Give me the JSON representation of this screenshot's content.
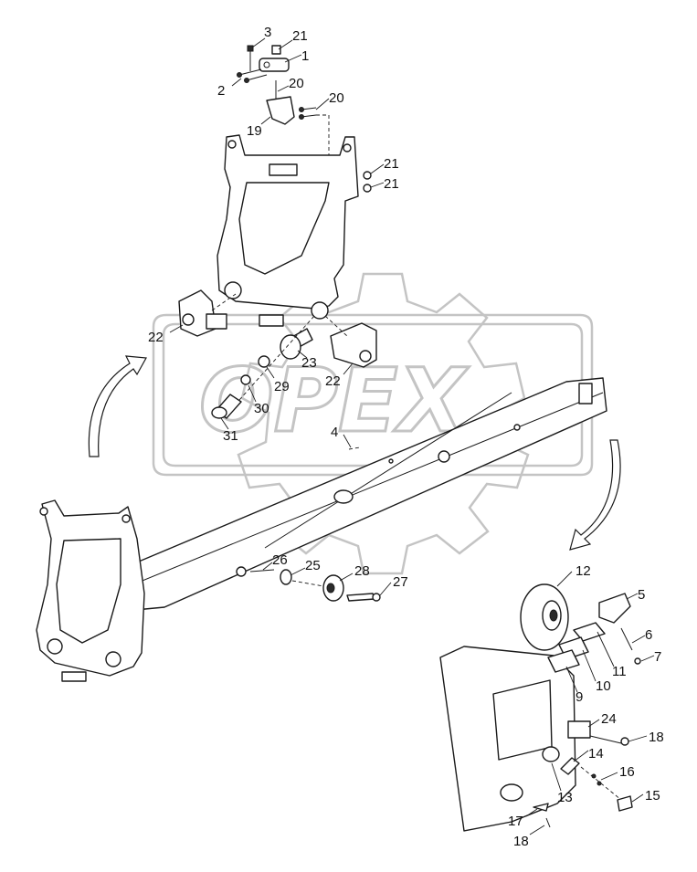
{
  "watermark": {
    "text": "OPEX"
  },
  "callouts": [
    {
      "id": "c3",
      "text": "3"
    },
    {
      "id": "c21a",
      "text": "21"
    },
    {
      "id": "c1",
      "text": "1"
    },
    {
      "id": "c2",
      "text": "2"
    },
    {
      "id": "c20a",
      "text": "20"
    },
    {
      "id": "c20b",
      "text": "20"
    },
    {
      "id": "c19",
      "text": "19"
    },
    {
      "id": "c21b",
      "text": "21"
    },
    {
      "id": "c21c",
      "text": "21"
    },
    {
      "id": "c22a",
      "text": "22"
    },
    {
      "id": "c23",
      "text": "23"
    },
    {
      "id": "c22b",
      "text": "22"
    },
    {
      "id": "c29",
      "text": "29"
    },
    {
      "id": "c30",
      "text": "30"
    },
    {
      "id": "c31",
      "text": "31"
    },
    {
      "id": "c4",
      "text": "4"
    },
    {
      "id": "c26",
      "text": "26"
    },
    {
      "id": "c25",
      "text": "25"
    },
    {
      "id": "c28",
      "text": "28"
    },
    {
      "id": "c27",
      "text": "27"
    },
    {
      "id": "c12",
      "text": "12"
    },
    {
      "id": "c5",
      "text": "5"
    },
    {
      "id": "c6",
      "text": "6"
    },
    {
      "id": "c7",
      "text": "7"
    },
    {
      "id": "c11",
      "text": "11"
    },
    {
      "id": "c10",
      "text": "10"
    },
    {
      "id": "c9",
      "text": "9"
    },
    {
      "id": "c24",
      "text": "24"
    },
    {
      "id": "c18a",
      "text": "18"
    },
    {
      "id": "c14",
      "text": "14"
    },
    {
      "id": "c16",
      "text": "16"
    },
    {
      "id": "c15",
      "text": "15"
    },
    {
      "id": "c13",
      "text": "13"
    },
    {
      "id": "c17",
      "text": "17"
    },
    {
      "id": "c18b",
      "text": "18"
    }
  ]
}
